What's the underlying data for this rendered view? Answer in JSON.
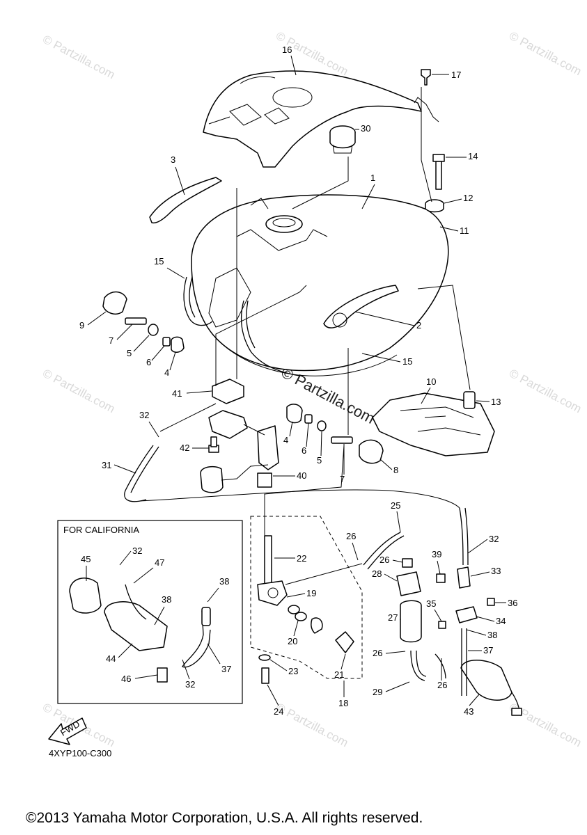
{
  "box_title": "FOR CALIFORNIA",
  "diagram_code": "4XYP100-C300",
  "fwd_label": "FWD",
  "copyright": "©2013 Yamaha Motor Corporation, U.S.A. All rights reserved.",
  "watermark": "© Partzilla.com",
  "callouts": [
    "1",
    "2",
    "3",
    "4",
    "5",
    "6",
    "7",
    "8",
    "9",
    "10",
    "11",
    "12",
    "13",
    "14",
    "15",
    "16",
    "17",
    "18",
    "19",
    "20",
    "21",
    "22",
    "23",
    "24",
    "25",
    "26",
    "27",
    "28",
    "29",
    "30",
    "31",
    "32",
    "33",
    "34",
    "35",
    "36",
    "37",
    "38",
    "39",
    "40",
    "41",
    "42",
    "43",
    "44",
    "45",
    "46",
    "47"
  ]
}
